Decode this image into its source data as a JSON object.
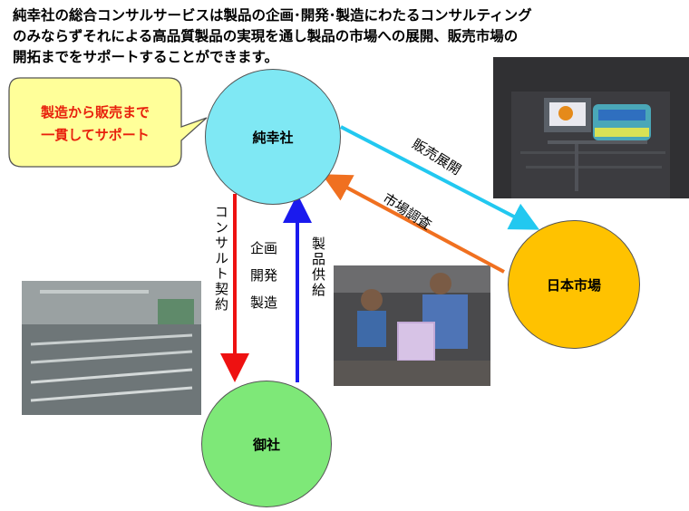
{
  "heading": {
    "line1": "純幸社の総合コンサルサービスは製品の企画･開発･製造にわたるコンサルティング",
    "line2": "のみならずそれによる高品質製品の実現を通し製品の市場への展開、販売市場の",
    "line3": "開拓までをサポートすることができます。"
  },
  "callout": {
    "line1": "製造から販売まで",
    "line2": "一貫してサポート"
  },
  "nodes": {
    "junkou": "純幸社",
    "nihon": "日本市場",
    "onsha": "御社"
  },
  "arrows": {
    "sales": "販売展開",
    "market": "市場調査",
    "contract": "コンサルト契約",
    "supply": "製品供給"
  },
  "services": [
    "企画",
    "開発",
    "製造"
  ],
  "colors": {
    "cyan_node": "#7fe8f4",
    "orange_node": "#ffc200",
    "green_node": "#7ee878",
    "callout_fill": "#ffff99",
    "callout_text": "#e8200c",
    "sales_arrow": "#22c8f0",
    "market_arrow": "#f07020",
    "contract_arrow": "#ee1111",
    "supply_arrow": "#1a1aee"
  }
}
